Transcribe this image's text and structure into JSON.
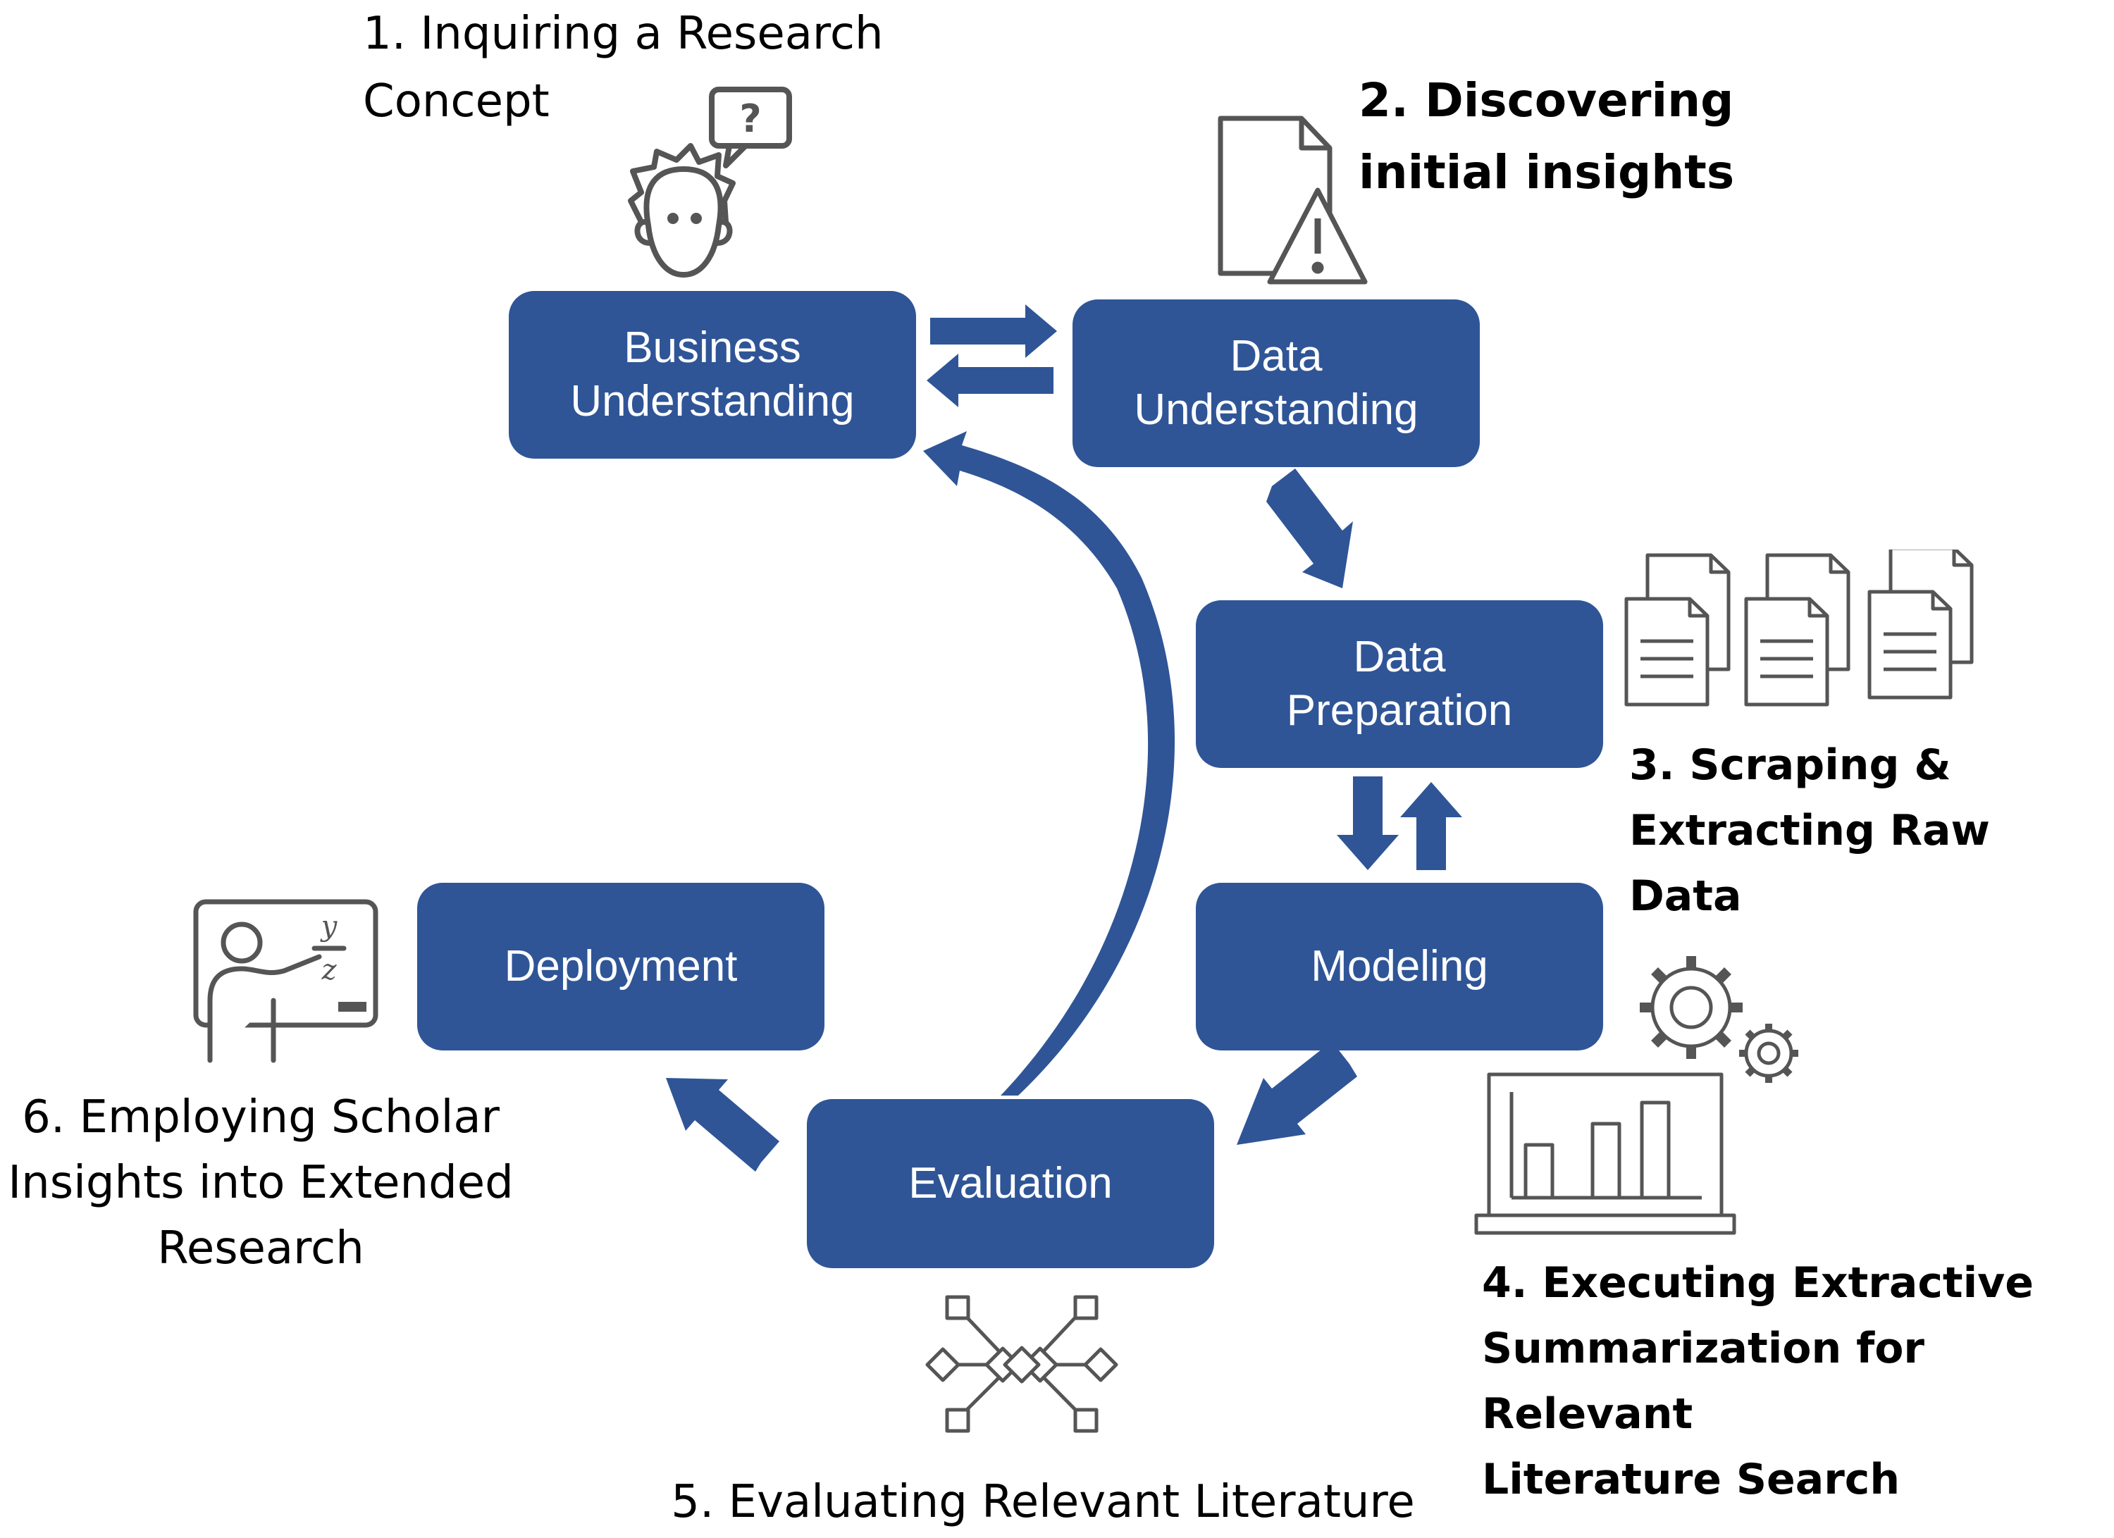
{
  "phases": {
    "business": [
      "Business",
      "Understanding"
    ],
    "data_understanding": [
      "Data",
      "Understanding"
    ],
    "data_preparation": [
      "Data",
      "Preparation"
    ],
    "modeling": "Modeling",
    "evaluation": "Evaluation",
    "deployment": "Deployment"
  },
  "steps": {
    "step1": [
      "1. Inquiring a Research",
      "Concept"
    ],
    "step2": [
      "2. Discovering",
      "initial insights"
    ],
    "step3": [
      "3. Scraping &",
      "Extracting Raw Data"
    ],
    "step4": [
      "4. Executing Extractive",
      "Summarization for Relevant",
      "Literature Search"
    ],
    "step5": "5. Evaluating Relevant Literature",
    "step6": [
      "6. Employing Scholar",
      "Insights into Extended",
      "Research"
    ]
  },
  "icons": {
    "question_bubble": "?",
    "board_formula": [
      "y",
      "z"
    ]
  },
  "colors": {
    "box_fill": "#2f5597",
    "arrow": "#2f5597",
    "icon_stroke": "#555555"
  }
}
